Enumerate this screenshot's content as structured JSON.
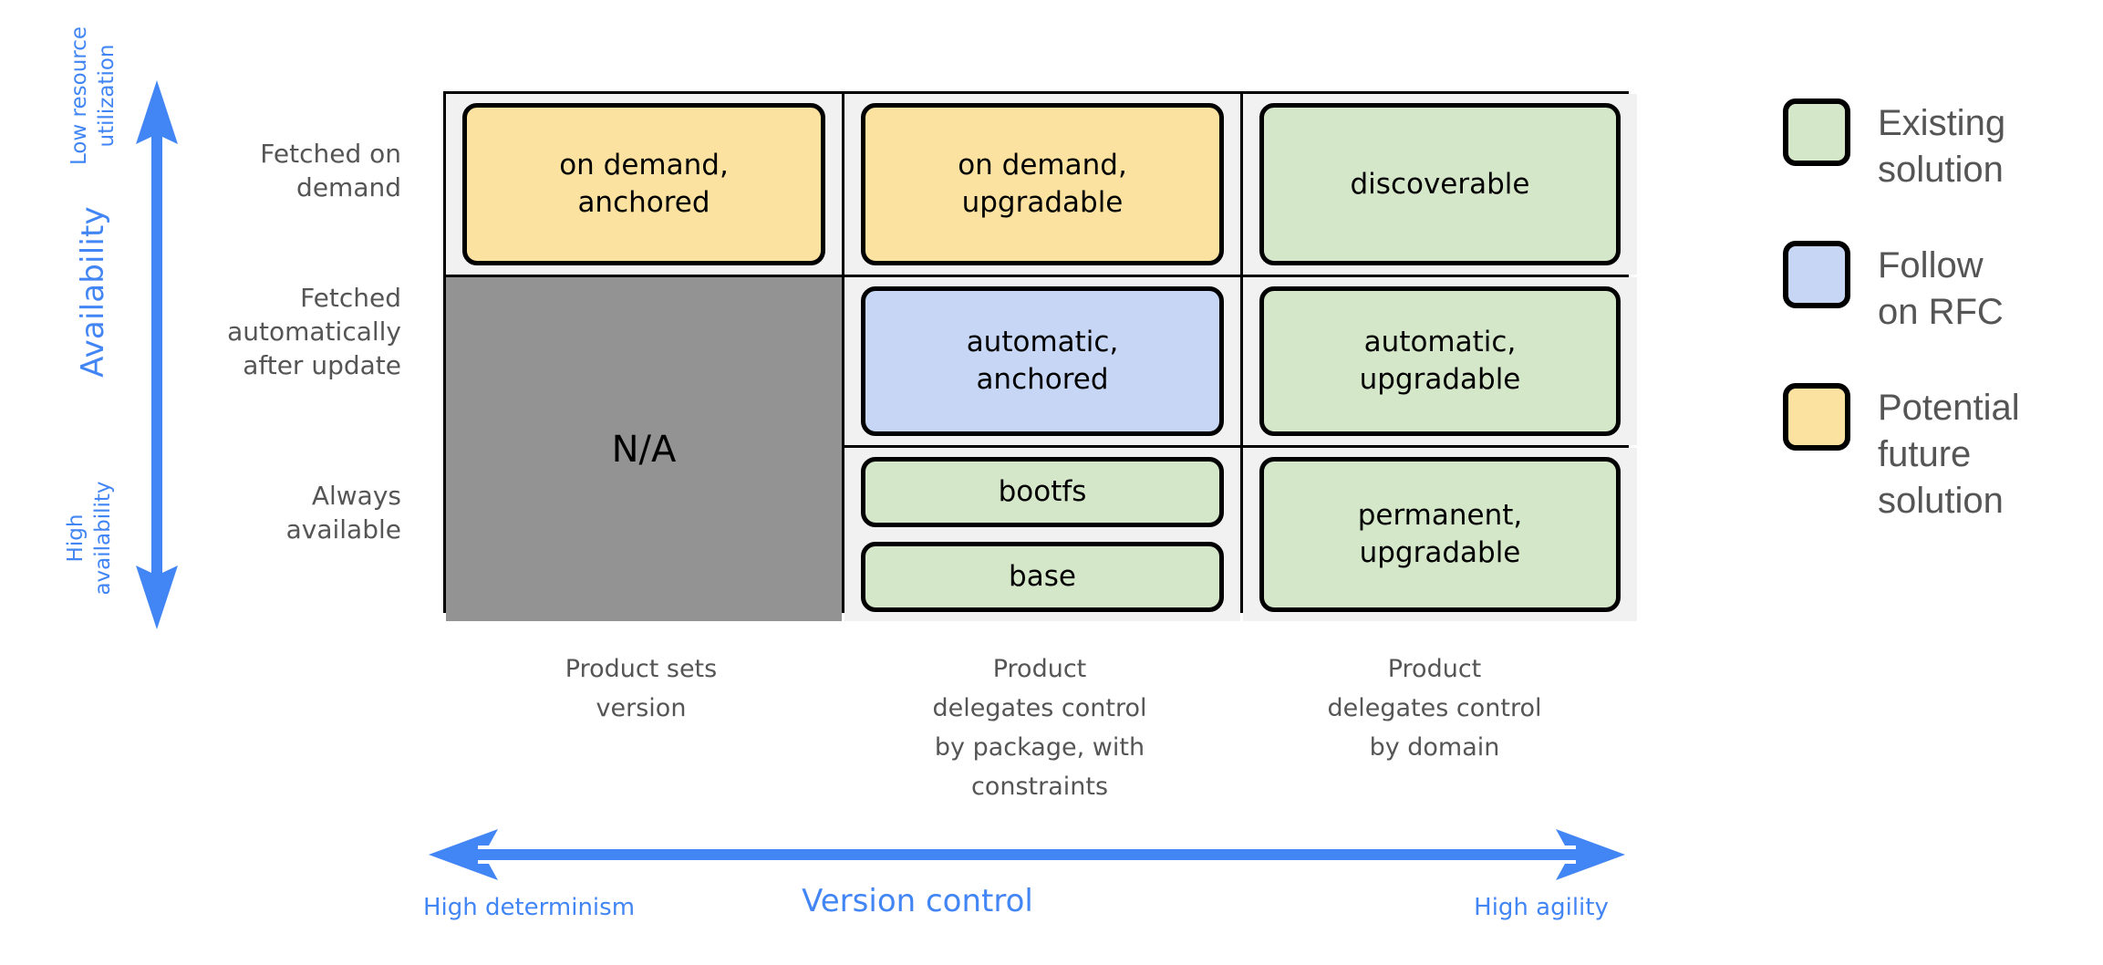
{
  "chart_data": {
    "type": "table",
    "title": "",
    "xlabel": "Version control",
    "ylabel": "Availability",
    "x_axis": {
      "title": "Version control",
      "left_label": "High determinism",
      "right_label": "High agility",
      "arrow": "double-headed",
      "categories": [
        "Product sets\nversion",
        "Product\ndelegates control\nby package, with\nconstraints",
        "Product\ndelegates control\nby domain"
      ]
    },
    "y_axis": {
      "title": "Availability",
      "top_label": "Low resource\nutilization",
      "bottom_label": "High\navailability",
      "arrow": "double-headed",
      "categories": [
        "Fetched on\ndemand",
        "Fetched\nautomatically\nafter update",
        "Always\navailable"
      ]
    },
    "cells": [
      [
        {
          "items": [
            {
              "label": "on demand,\nanchored",
              "category": "potential-future-solution"
            }
          ]
        },
        {
          "items": [
            {
              "label": "on demand,\nupgradable",
              "category": "potential-future-solution"
            }
          ]
        },
        {
          "items": [
            {
              "label": "discoverable",
              "category": "existing-solution"
            }
          ]
        }
      ],
      [
        {
          "items": [
            {
              "label": "automatic,\nanchored",
              "category": "follow-on-rfc"
            }
          ]
        },
        {
          "items": [
            {
              "label": "automatic,\nupgradable",
              "category": "existing-solution"
            }
          ]
        },
        {
          "items": [
            {
              "label": "N/A",
              "category": "not-applicable"
            }
          ],
          "span_rows": 2
        }
      ],
      [
        {
          "items": [
            {
              "label": "bootfs",
              "category": "existing-solution"
            },
            {
              "label": "base",
              "category": "existing-solution"
            }
          ]
        },
        {
          "items": [
            {
              "label": "permanent,\nupgradable",
              "category": "existing-solution"
            }
          ]
        }
      ]
    ],
    "legend_position": "right",
    "grid": true
  },
  "axes": {
    "vertical": {
      "title": "Availability",
      "top_label": "Low resource\nutilization",
      "bottom_label": "High\navailability"
    },
    "horizontal": {
      "title": "Version control",
      "left_label": "High determinism",
      "right_label": "High agility"
    }
  },
  "row_labels": [
    "Fetched on\ndemand",
    "Fetched\nautomatically\nafter update",
    "Always\navailable"
  ],
  "column_labels": [
    "Product sets\nversion",
    "Product\ndelegates control\nby package, with\nconstraints",
    "Product\ndelegates control\nby domain"
  ],
  "matrix": {
    "r0c0": "on demand,\nanchored",
    "r0c1": "on demand,\nupgradable",
    "r0c2": "discoverable",
    "r1c0": "automatic,\nanchored",
    "r1c1": "automatic,\nupgradable",
    "r1c2": "N/A",
    "r2c0a": "bootfs",
    "r2c0b": "base",
    "r2c1": "permanent,\nupgradable"
  },
  "legend": {
    "items": [
      {
        "label": "Existing\nsolution",
        "color": "#D5E7C9"
      },
      {
        "label": "Follow\non RFC",
        "color": "#C6D6F4"
      },
      {
        "label": "Potential\nfuture\nsolution",
        "color": "#FCE2A0"
      }
    ]
  },
  "colors": {
    "accent_blue": "#4285F4",
    "existing_solution": "#D5E7C9",
    "follow_on_rfc": "#C6D6F4",
    "potential_future_solution": "#FCE2A0",
    "not_applicable": "#939393",
    "cell_background": "#F1F1F1",
    "text_gray": "#555555",
    "outline": "#000000"
  }
}
